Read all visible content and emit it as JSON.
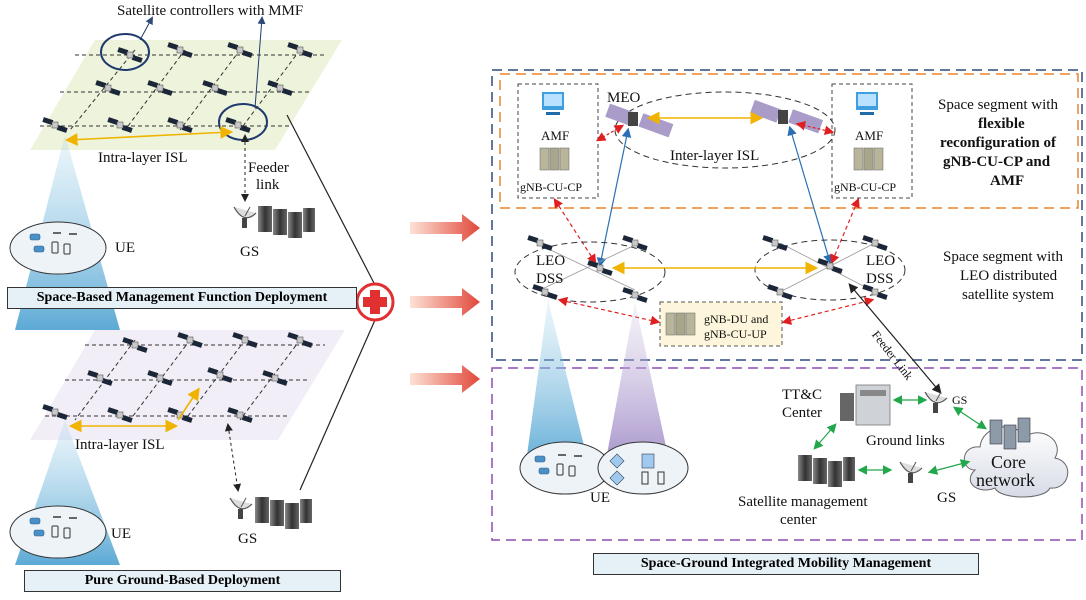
{
  "top_left": {
    "controllers_label": "Satellite controllers with MMF",
    "intra_isl": "Intra-layer ISL",
    "feeder_1": "Feeder",
    "feeder_2": "link",
    "ue": "UE",
    "gs": "GS",
    "box_title": "Space-Based Management Function Deployment"
  },
  "bottom_left": {
    "intra_isl": "Intra-layer ISL",
    "ue": "UE",
    "gs": "GS",
    "box_title": "Pure Ground-Based Deployment"
  },
  "right": {
    "meo": "MEO",
    "amf_left": "AMF",
    "cu_cp_left": "gNB-CU-CP",
    "amf_right": "AMF",
    "cu_cp_right": "gNB-CU-CP",
    "inter_isl": "Inter-layer ISL",
    "space_seg_1_line1": "Space segment with",
    "space_seg_1_line2": "flexible",
    "space_seg_1_line3": "reconfiguration of",
    "space_seg_1_line4": "gNB-CU-CP and",
    "space_seg_1_line5": "AMF",
    "leo_left_1": "LEO",
    "leo_left_2": "DSS",
    "leo_right_1": "LEO",
    "leo_right_2": "DSS",
    "space_seg_2_line1": "Space segment with",
    "space_seg_2_line2": "LEO distributed",
    "space_seg_2_line3": "satellite system",
    "du_line1": "gNB-DU and",
    "du_line2": "gNB-CU-UP",
    "feeder_link": "Feeder Link",
    "ttc_1": "TT&C",
    "ttc_2": "Center",
    "gs_top": "GS",
    "ground_links": "Ground links",
    "core_1": "Core",
    "core_2": "network",
    "sat_mgmt_1": "Satellite management",
    "sat_mgmt_2": "center",
    "gs_bottom": "GS",
    "ue": "UE",
    "box_title": "Space-Ground Integrated  Mobility Management"
  },
  "colors": {
    "blue_dash": "#2f4a7a",
    "orange_dash": "#e8862a",
    "purple_dash": "#8e4fb4",
    "isl_arrow": "#f0b400",
    "red_dash": "#e02020",
    "green_link": "#22a84a",
    "title_box_fill": "#e6f0f7"
  },
  "icons": {
    "satellite": "satellite-icon",
    "server": "server-icon",
    "dish": "dish-icon",
    "amf": "amf-icon",
    "plus": "red-plus-icon",
    "cloud": "cloud-icon"
  }
}
